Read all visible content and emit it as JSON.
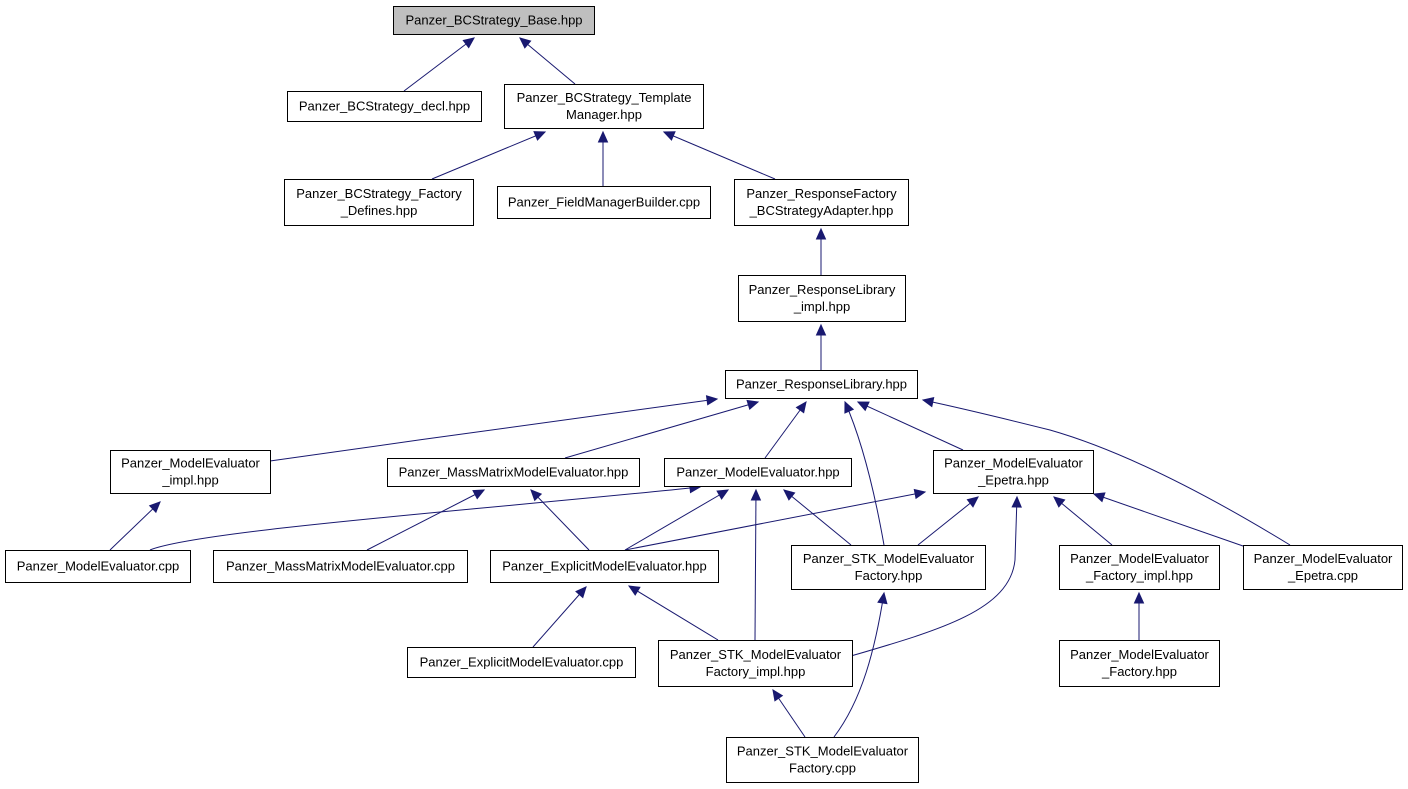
{
  "diagram": {
    "title": "",
    "colors": {
      "edge": "#191970",
      "root_fill": "#bfbfbf",
      "node_fill": "#ffffff",
      "node_border": "#000000"
    },
    "nodes": [
      {
        "id": "base",
        "lines": [
          "Panzer_BCStrategy_Base.hpp"
        ],
        "root": true
      },
      {
        "id": "decl",
        "lines": [
          "Panzer_BCStrategy_decl.hpp"
        ]
      },
      {
        "id": "tmplmgr",
        "lines": [
          "Panzer_BCStrategy_Template",
          "Manager.hpp"
        ]
      },
      {
        "id": "factdef",
        "lines": [
          "Panzer_BCStrategy_Factory",
          "_Defines.hpp"
        ]
      },
      {
        "id": "fmb",
        "lines": [
          "Panzer_FieldManagerBuilder.cpp"
        ]
      },
      {
        "id": "rfadapter",
        "lines": [
          "Panzer_ResponseFactory",
          "_BCStrategyAdapter.hpp"
        ]
      },
      {
        "id": "rlimpl",
        "lines": [
          "Panzer_ResponseLibrary",
          "_impl.hpp"
        ]
      },
      {
        "id": "rl",
        "lines": [
          "Panzer_ResponseLibrary.hpp"
        ]
      },
      {
        "id": "meimpl",
        "lines": [
          "Panzer_ModelEvaluator",
          "_impl.hpp"
        ]
      },
      {
        "id": "mmme",
        "lines": [
          "Panzer_MassMatrixModelEvaluator.hpp"
        ]
      },
      {
        "id": "me",
        "lines": [
          "Panzer_ModelEvaluator.hpp"
        ]
      },
      {
        "id": "meep",
        "lines": [
          "Panzer_ModelEvaluator",
          "_Epetra.hpp"
        ]
      },
      {
        "id": "mecpp",
        "lines": [
          "Panzer_ModelEvaluator.cpp"
        ]
      },
      {
        "id": "mmmecpp",
        "lines": [
          "Panzer_MassMatrixModelEvaluator.cpp"
        ]
      },
      {
        "id": "exme",
        "lines": [
          "Panzer_ExplicitModelEvaluator.hpp"
        ]
      },
      {
        "id": "stkfact",
        "lines": [
          "Panzer_STK_ModelEvaluator",
          "Factory.hpp"
        ]
      },
      {
        "id": "mefactimpl",
        "lines": [
          "Panzer_ModelEvaluator",
          "_Factory_impl.hpp"
        ]
      },
      {
        "id": "meepcpp",
        "lines": [
          "Panzer_ModelEvaluator",
          "_Epetra.cpp"
        ]
      },
      {
        "id": "exmecpp",
        "lines": [
          "Panzer_ExplicitModelEvaluator.cpp"
        ]
      },
      {
        "id": "stkfactimpl",
        "lines": [
          "Panzer_STK_ModelEvaluator",
          "Factory_impl.hpp"
        ]
      },
      {
        "id": "mefact",
        "lines": [
          "Panzer_ModelEvaluator",
          "_Factory.hpp"
        ]
      },
      {
        "id": "stkfactcpp",
        "lines": [
          "Panzer_STK_ModelEvaluator",
          "Factory.cpp"
        ]
      }
    ],
    "edges": [
      {
        "from": "decl",
        "to": "base"
      },
      {
        "from": "tmplmgr",
        "to": "base"
      },
      {
        "from": "factdef",
        "to": "tmplmgr"
      },
      {
        "from": "fmb",
        "to": "tmplmgr"
      },
      {
        "from": "rfadapter",
        "to": "tmplmgr"
      },
      {
        "from": "rlimpl",
        "to": "rfadapter"
      },
      {
        "from": "rl",
        "to": "rlimpl"
      },
      {
        "from": "meimpl",
        "to": "rl"
      },
      {
        "from": "mmme",
        "to": "rl"
      },
      {
        "from": "me",
        "to": "rl"
      },
      {
        "from": "stkfact",
        "to": "rl"
      },
      {
        "from": "meep",
        "to": "rl"
      },
      {
        "from": "meepcpp",
        "to": "rl"
      },
      {
        "from": "mecpp",
        "to": "meimpl"
      },
      {
        "from": "mecpp",
        "to": "me"
      },
      {
        "from": "mmmecpp",
        "to": "mmme"
      },
      {
        "from": "exme",
        "to": "mmme"
      },
      {
        "from": "exme",
        "to": "me"
      },
      {
        "from": "stkfactimpl",
        "to": "me"
      },
      {
        "from": "stkfact",
        "to": "me"
      },
      {
        "from": "exme",
        "to": "meep"
      },
      {
        "from": "stkfact",
        "to": "meep"
      },
      {
        "from": "stkfactimpl",
        "to": "meep"
      },
      {
        "from": "mefactimpl",
        "to": "meep"
      },
      {
        "from": "meepcpp",
        "to": "meep"
      },
      {
        "from": "exmecpp",
        "to": "exme"
      },
      {
        "from": "stkfactimpl",
        "to": "exme"
      },
      {
        "from": "stkfactcpp",
        "to": "stkfact"
      },
      {
        "from": "stkfactcpp",
        "to": "stkfactimpl"
      },
      {
        "from": "mefact",
        "to": "mefactimpl"
      }
    ]
  }
}
